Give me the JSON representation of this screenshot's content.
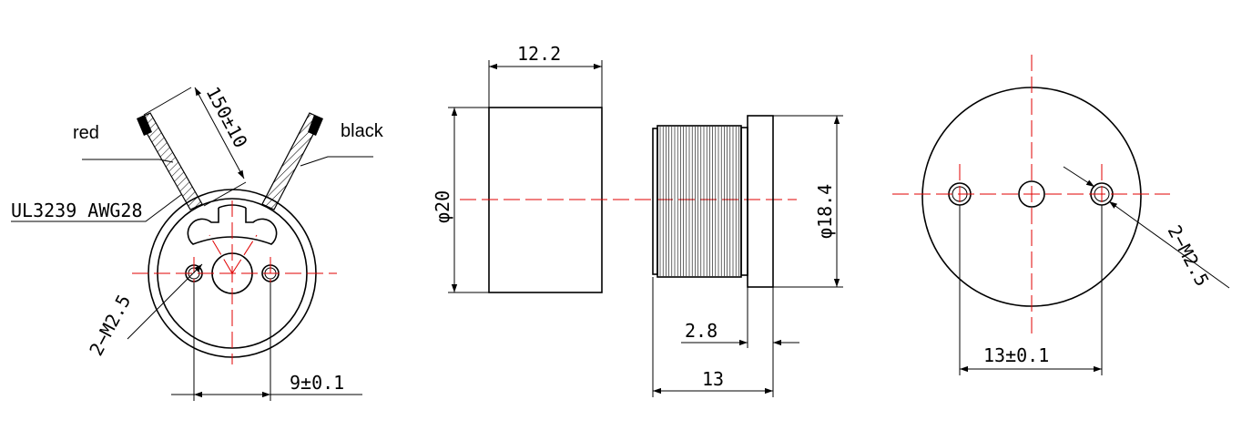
{
  "labels": {
    "red": "red",
    "black": "black",
    "wire_spec": "UL3239 AWG28",
    "wire_length": "150±10",
    "holes_left": "2−M2.5",
    "holes_right": "2−M2.5"
  },
  "dimensions": {
    "hole_spacing_left": "9±0.1",
    "body_length": "12.2",
    "body_diameter": "φ20",
    "thread_diameter": "φ18.4",
    "flange_width": "2.8",
    "overall_length": "13",
    "hole_spacing_right": "13±0.1"
  },
  "colors": {
    "outline": "#000000",
    "centerline": "#e00000",
    "background": "#ffffff"
  }
}
